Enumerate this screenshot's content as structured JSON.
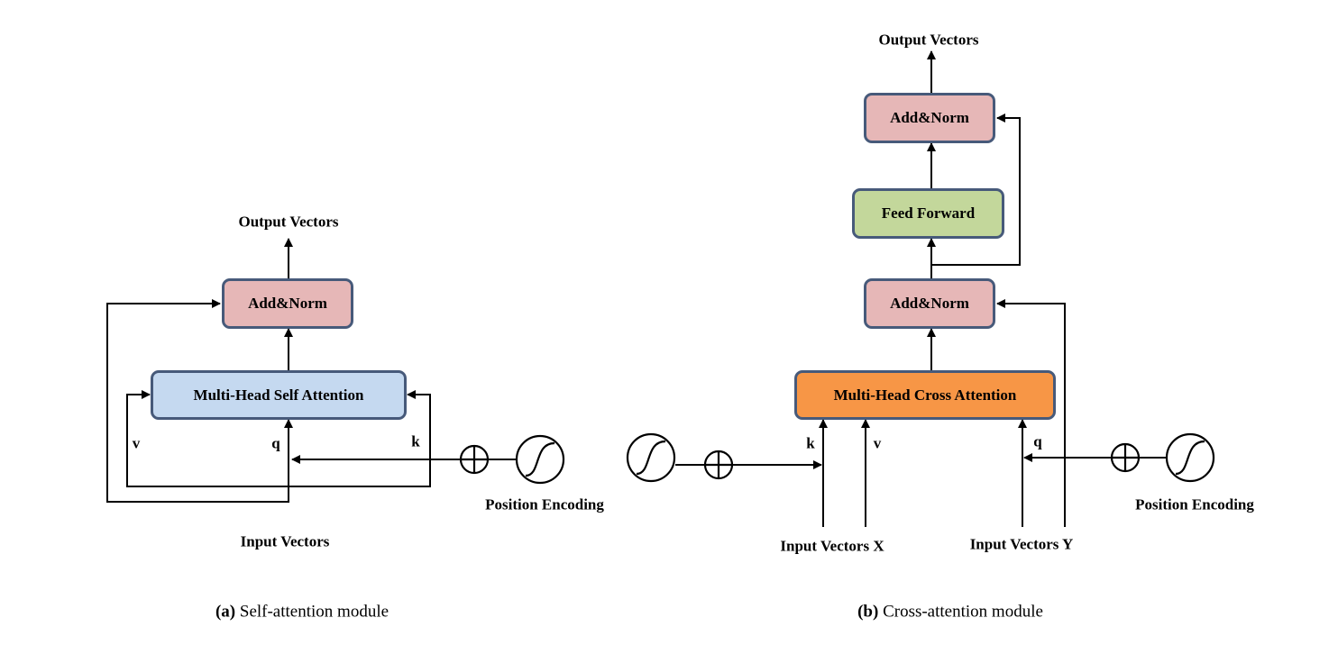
{
  "left": {
    "output_label": "Output Vectors",
    "add_norm": "Add&Norm",
    "attention": "Multi-Head Self Attention",
    "v": "v",
    "q": "q",
    "k": "k",
    "position_encoding": "Position Encoding",
    "input_label": "Input Vectors",
    "caption_prefix": "(a)",
    "caption_text": " Self-attention module"
  },
  "right": {
    "output_label": "Output Vectors",
    "add_norm_top": "Add&Norm",
    "feed_forward": "Feed Forward",
    "add_norm_bottom": "Add&Norm",
    "attention": "Multi-Head Cross Attention",
    "k": "k",
    "v": "v",
    "q": "q",
    "position_encoding": "Position Encoding",
    "input_x": "Input Vectors X",
    "input_y": "Input Vectors Y",
    "caption_prefix": "(b)",
    "caption_text": " Cross-attention module"
  },
  "colors": {
    "add_norm_fill": "#e6b7b7",
    "self_attention_fill": "#c5d9f0",
    "feed_forward_fill": "#c3d79b",
    "cross_attention_fill": "#f79646",
    "box_border": "#475a7a"
  },
  "icons": [
    "plus-circle-icon",
    "sigmoid-icon",
    "arrow-icon"
  ]
}
